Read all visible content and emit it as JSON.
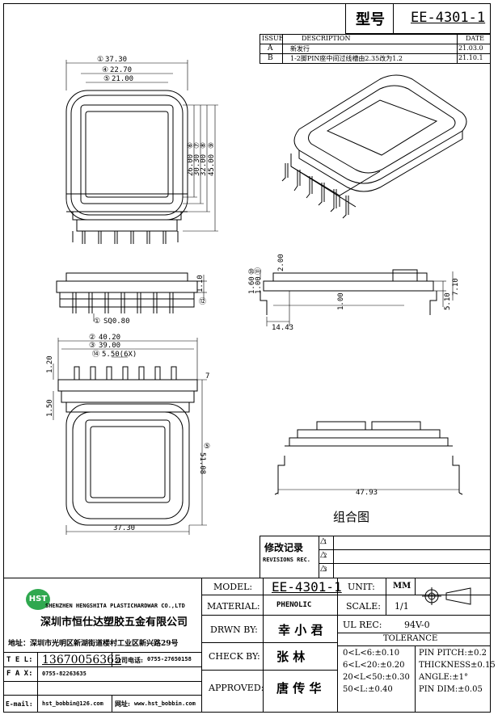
{
  "header": {
    "label": "型号",
    "model": "EE-4301-1"
  },
  "revision_table": {
    "headers": [
      "ISSUE",
      "DESCRIPTION",
      "DATE"
    ],
    "rows": [
      {
        "issue": "A",
        "description": "新发行",
        "date": "21.03.0"
      },
      {
        "issue": "B",
        "description": "1-2脚PIN座中间过线槽由2.35改为1.2",
        "date": "21.10.1"
      }
    ]
  },
  "dimensions": {
    "front_widths": [
      "37.30",
      "22.70",
      "21.00"
    ],
    "front_width_circles": [
      "①",
      "④",
      "⑤"
    ],
    "front_heights": [
      "26.00",
      "30.30",
      "32.00",
      "45.00"
    ],
    "front_height_circles": [
      "⑥",
      "⑦",
      "⑧",
      "⑨"
    ],
    "side_left": [
      "1.60",
      "1.00"
    ],
    "side_left_circles": [
      "⑩",
      "⑪"
    ],
    "side_right_height": "1.10",
    "side_right_circle": "⑫",
    "pin_square": "SQ0.80",
    "pin_square_circle": "①",
    "side_b_values": [
      "2.00",
      "1.00",
      "14.43",
      "5.10",
      "7.10"
    ],
    "bottom_widths": [
      "40.20",
      "39.00",
      "5.50(6X)"
    ],
    "bottom_width_circles": [
      "②",
      "③",
      "⑭"
    ],
    "bottom_left": [
      "1.20",
      "1.50"
    ],
    "bottom_height": "51.08",
    "bottom_height_circle": "⑤",
    "bottom_width": "37.30",
    "bottom_mark": "7",
    "assembly_width": "47.93",
    "assembly_label": "组合图"
  },
  "revision_record": {
    "title": "修改记录",
    "subtitle": "REVISIONS REC.",
    "marks": [
      "1",
      "2",
      "3"
    ]
  },
  "company": {
    "logo": "HST",
    "name_en": "SHENZHEN HENGSHITA PLASTICHARDWAR CO.,LTD",
    "name_cn": "深圳市恒仕达塑胶五金有限公司",
    "address": "地址：深圳市光明区新湖街道楼村工业区新兴路29号",
    "tel_label": "T E L:",
    "tel": "13670056365",
    "company_phone_label": "公司电话:",
    "company_phone": "0755-27650158",
    "fax_label": "F A X:",
    "fax": "0755-82263635",
    "email_label": "E-mail:",
    "email": "hst_bobbin@126.com",
    "web_label": "网址:",
    "web": "www.hst_bobbin.com"
  },
  "title_block": {
    "model_label": "MODEL:",
    "model_value": "EE-4301-1",
    "material_label": "MATERIAL:",
    "material_value": "PHENOLIC",
    "drwn_label": "DRWN BY:",
    "drwn_value": "幸 小 君",
    "check_label": "CHECK BY:",
    "check_value": "张   林",
    "approved_label": "APPROVED:",
    "approved_value": "唐 传 华",
    "unit_label": "UNIT:",
    "unit_value": "MM",
    "scale_label": "SCALE:",
    "scale_value": "1/1",
    "ul_label": "UL REC:",
    "ul_value": "94V-0",
    "tolerance_label": "TOLERANCE",
    "tolerances": [
      "0<L<6:±0.10",
      "6<L<20:±0.20",
      "20<L<50:±0.30",
      "50<L:±0.40"
    ],
    "pin_specs": [
      "PIN PITCH:±0.2",
      "THICKNESS±0.15",
      "ANGLE:±1°",
      "PIN DIM:±0.05"
    ]
  }
}
